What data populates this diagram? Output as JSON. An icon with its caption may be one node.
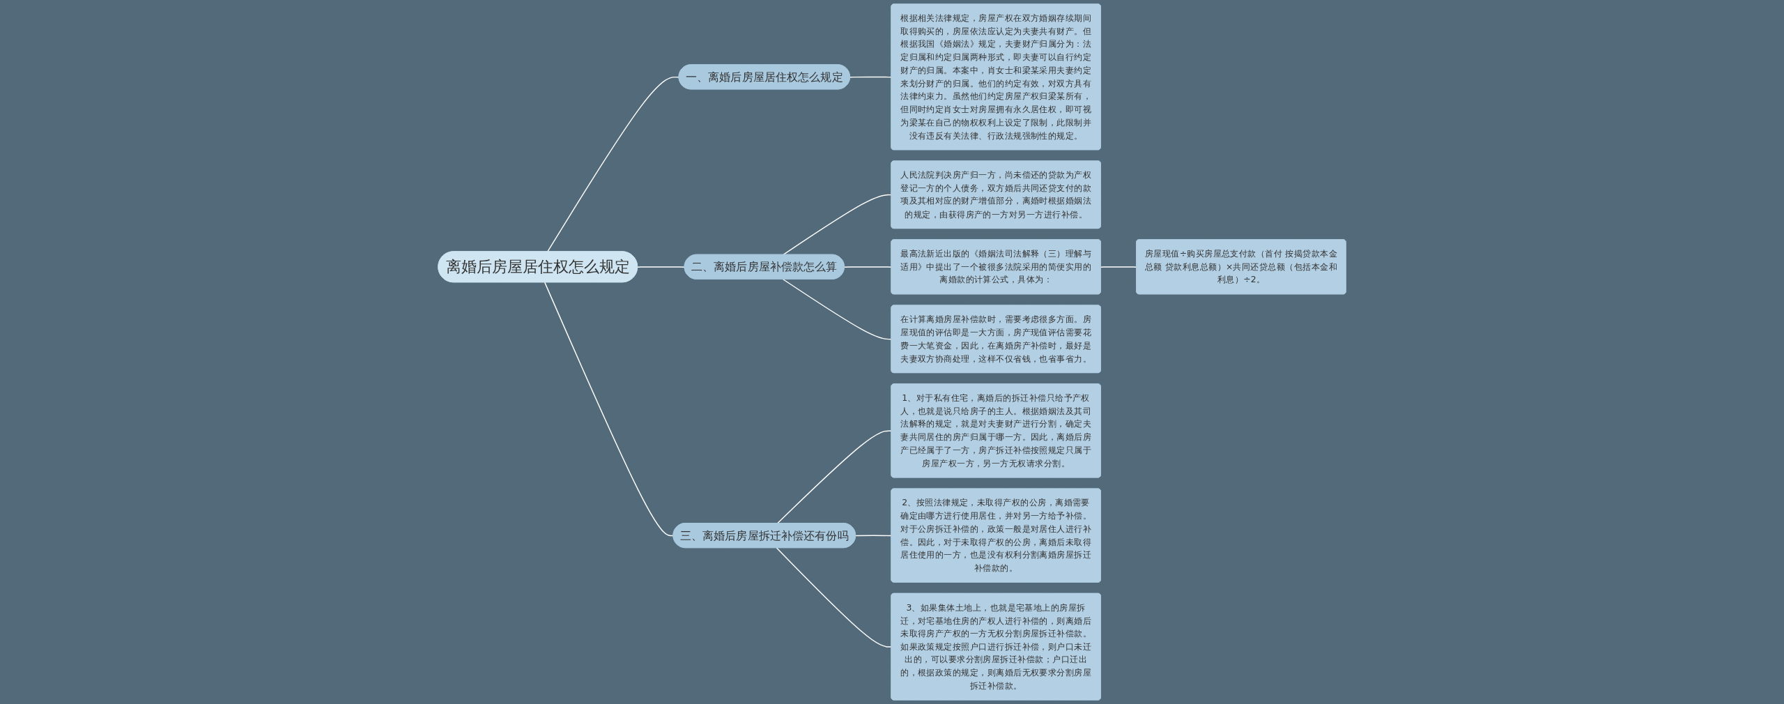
{
  "diagram": {
    "nodes": [
      {
        "text": [
          "离婚后房屋居住权怎么规定"
        ]
      },
      {
        "text": [
          "一、离婚后房屋居住权怎么规定"
        ]
      },
      {
        "text": [
          "根据相关法律规定，房屋产权在双方婚姻存续期间取得购买的，房屋依法应认定为夫妻共有财产。但根据我国《婚姻法》规定，夫妻财产归属分为：法定归属和约定归属两种形式，即夫妻可以自行约定财产的归属。本案中，肖女士和梁某采用夫妻约定来划分财产的归属。他们的约定有效，对双方具有法律约束力。虽然他们约定房屋产权归梁某所有，但同时约定肖女士对房屋拥有永久居住权，即可视为梁某在自己的物权权利上设定了限制，此限制并没有违反有关法律、行政法规强制性的规定。"
        ]
      },
      {
        "text": [
          "二、离婚后房屋补偿款怎么算"
        ]
      },
      {
        "text": [
          "人民法院判决房产归一方，尚未偿还的贷款为产权登记一方的个人债务，双方婚后共同还贷支付的款项及其相对应的财产增值部分，离婚时根据婚姻法的规定，由获得房产的一方对另一方进行补偿。"
        ]
      },
      {
        "text": [
          "最高法新近出版的《婚姻法司法解释（三）理解与适用》中提出了一个被很多法院采用的简便实用的离婚款的计算公式，具体为："
        ]
      },
      {
        "text": [
          "在计算离婚房屋补偿款时，需要考虑很多方面。房屋现值的评估即是一大方面，房产现值评估需要花费一大笔资金，因此，在离婚房产补偿时，最好是夫妻双方协商处理，这样不仅省钱，也省事省力。"
        ]
      },
      {
        "text": [
          "房屋现值÷购买房屋总支付款（首付 按揭贷款本金总额 贷款利息总额）×共同还贷总额（包括本金和利息）÷2。"
        ]
      },
      {
        "text": [
          "三、离婚后房屋拆迁补偿还有份吗"
        ]
      },
      {
        "text": [
          "1、对于私有住宅，离婚后的拆迁补偿只给予产权人，也就是说只给房子的主人。根据婚姻法及其司法解释的规定，就是对夫妻财产进行分割，确定夫妻共同居住的房产归属于哪一方。因此，离婚后房产已经属于了一方，房产拆迁补偿按照规定只属于房屋产权一方，另一方无权请求分割。"
        ]
      },
      {
        "text": [
          "2、按照法律规定，未取得产权的公房，离婚需要确定由哪方进行使用居住，并对另一方给予补偿。对于公房拆迁补偿的，政策一般是对居住人进行补偿。因此，对于未取得产权的公房，离婚后未取得居住使用的一方，也是没有权利分割离婚房屋拆迁补偿款的。"
        ]
      },
      {
        "text": [
          "3、如果集体土地上，也就是宅基地上的房屋拆迁，对宅基地住房的产权人进行补偿的，则离婚后未取得房产产权的一方无权分割房屋拆迁补偿款。如果政策规定按照户口进行拆迁补偿，则户口未迁出的，可以要求分割房屋拆迁补偿款；户口迁出的，根据政策的规定，则离婚后无权要求分割房屋拆迁补偿款。"
        ]
      }
    ],
    "edges": [
      {
        "from": 0,
        "to": 1,
        "arrow": "none"
      },
      {
        "from": 1,
        "to": 2,
        "arrow": "none"
      },
      {
        "from": 0,
        "to": 3,
        "arrow": "none"
      },
      {
        "from": 3,
        "to": 4,
        "arrow": "none"
      },
      {
        "from": 3,
        "to": 5,
        "arrow": "none"
      },
      {
        "from": 3,
        "to": 6,
        "arrow": "none"
      },
      {
        "from": 5,
        "to": 7,
        "arrow": "none"
      },
      {
        "from": 0,
        "to": 8,
        "arrow": "none"
      },
      {
        "from": 8,
        "to": 9,
        "arrow": "none"
      },
      {
        "from": 8,
        "to": 10,
        "arrow": "none"
      },
      {
        "from": 8,
        "to": 11,
        "arrow": "none"
      }
    ]
  }
}
